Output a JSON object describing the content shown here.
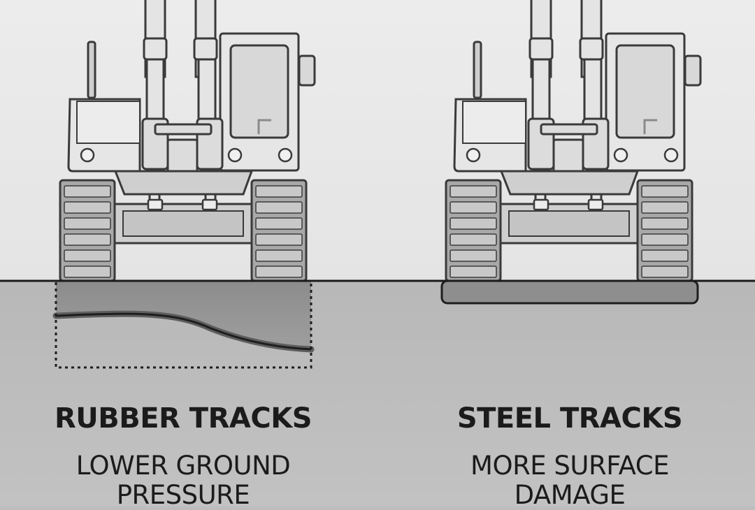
{
  "diagram": {
    "left": {
      "title": "RUBBER TRACKS",
      "subtitle_line1": "LOWER GROUND",
      "subtitle_line2": "PRESSURE"
    },
    "right": {
      "title": "STEEL TRACKS",
      "subtitle_line1": "MORE SURFACE",
      "subtitle_line2": "DAMAGE"
    },
    "colors": {
      "sky": "#ebebeb",
      "ground": "#bdbdbd",
      "outline": "#2a2a2a",
      "track": "#a6a6a6",
      "body": "#e8e8e8"
    }
  }
}
